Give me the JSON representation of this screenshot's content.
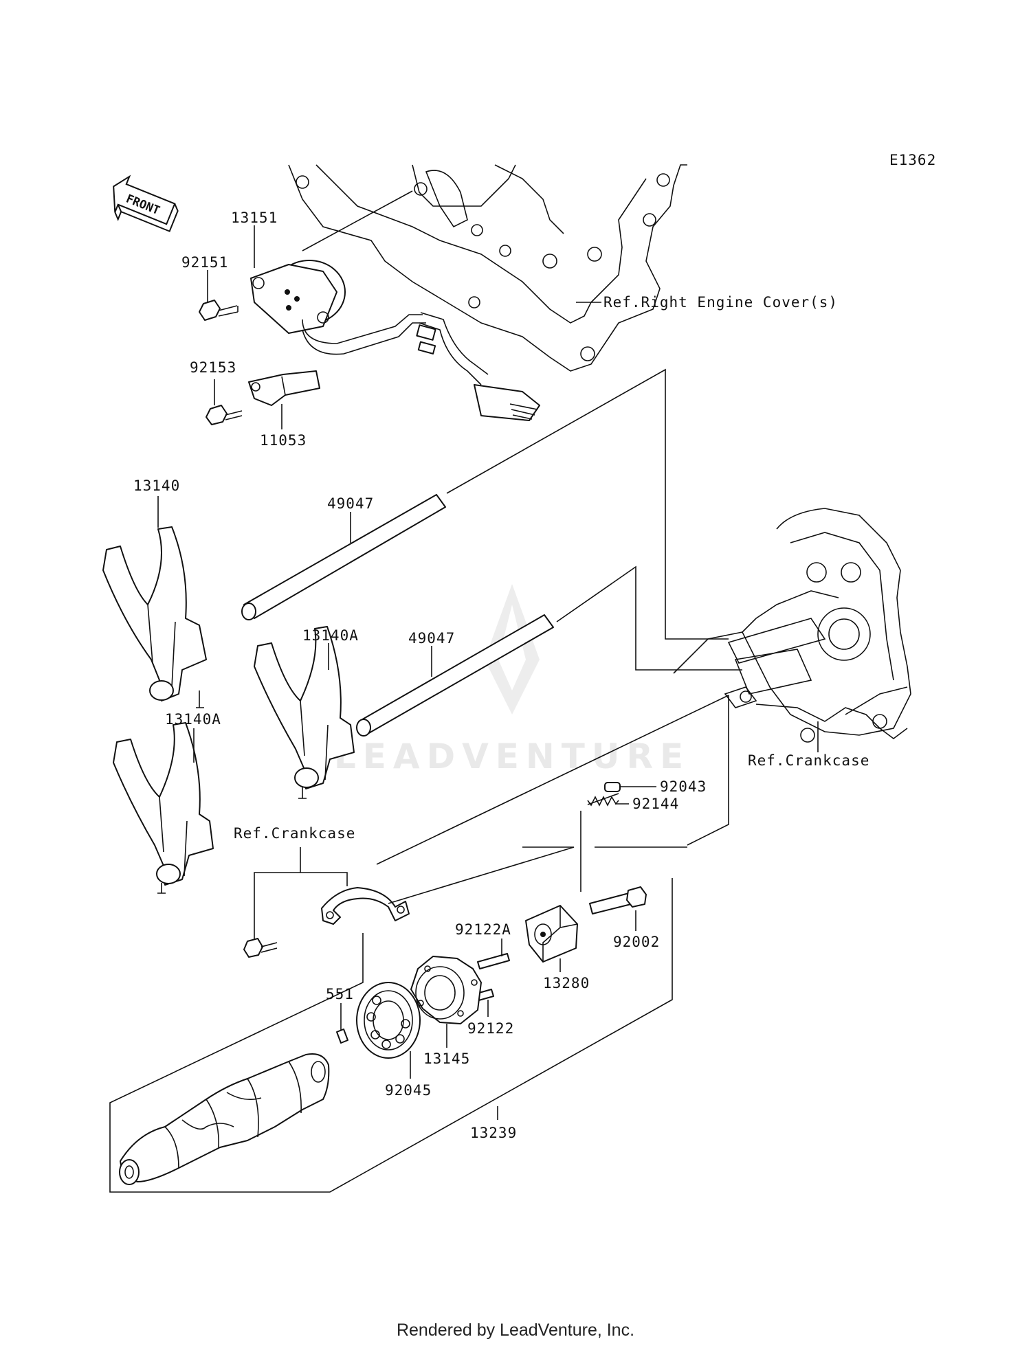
{
  "diagram": {
    "code": "E1362",
    "front_label": "FRONT",
    "watermark": "LEADVENTURE",
    "parts": [
      {
        "no": "13151"
      },
      {
        "no": "92151"
      },
      {
        "no": "92153"
      },
      {
        "no": "11053"
      },
      {
        "no": "13140"
      },
      {
        "no": "13140A"
      },
      {
        "no": "13140A"
      },
      {
        "no": "49047"
      },
      {
        "no": "49047"
      },
      {
        "no": "92043"
      },
      {
        "no": "92144"
      },
      {
        "no": "92002"
      },
      {
        "no": "92122A"
      },
      {
        "no": "13280"
      },
      {
        "no": "92122"
      },
      {
        "no": "13145"
      },
      {
        "no": "551"
      },
      {
        "no": "92045"
      },
      {
        "no": "13239"
      }
    ],
    "refs": [
      {
        "text": "Ref.Right Engine Cover(s)"
      },
      {
        "text": "Ref.Crankcase"
      },
      {
        "text": "Ref.Crankcase"
      }
    ]
  },
  "footer": "Rendered by LeadVenture, Inc."
}
